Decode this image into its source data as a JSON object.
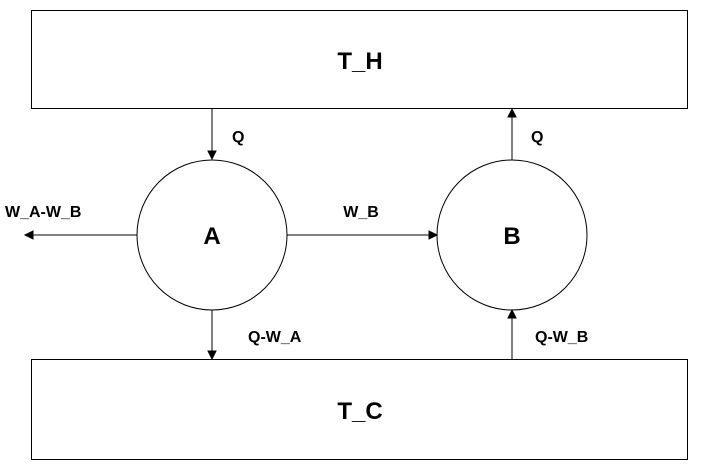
{
  "reservoirs": {
    "hot": {
      "label": "T_H"
    },
    "cold": {
      "label": "T_C"
    }
  },
  "engines": {
    "a": {
      "label": "A"
    },
    "b": {
      "label": "B"
    }
  },
  "flows": {
    "hot_to_a": "Q",
    "b_to_hot": "Q",
    "a_work_out": "W_A-W_B",
    "a_to_b_work": "W_B",
    "a_to_cold": "Q-W_A",
    "cold_to_b": "Q-W_B"
  }
}
